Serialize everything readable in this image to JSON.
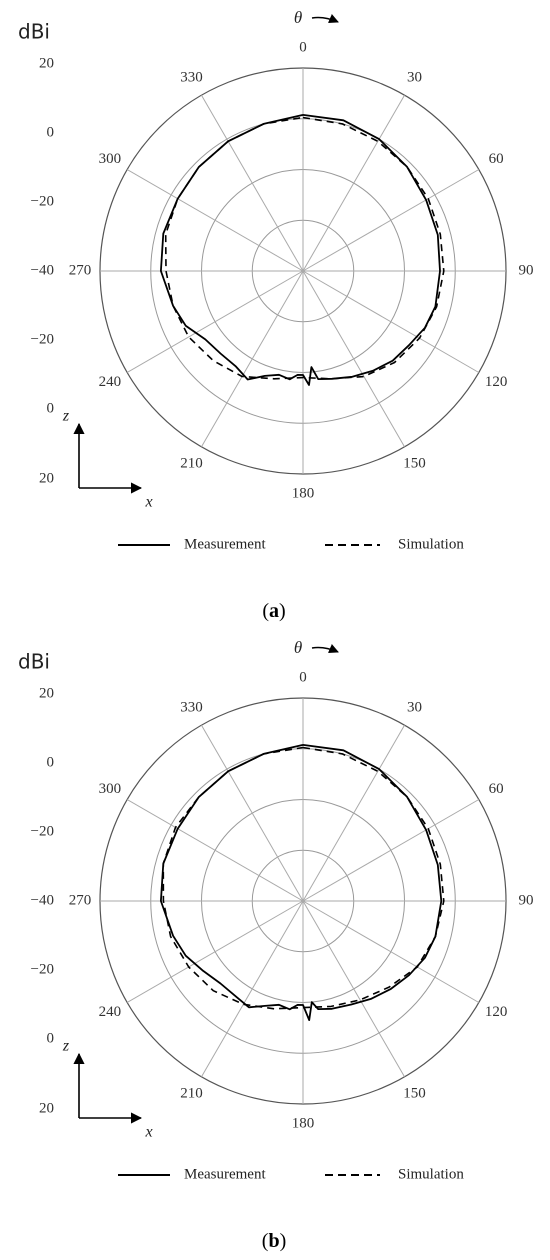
{
  "common": {
    "unit_label": "dBi",
    "theta_label": "θ",
    "z_label": "z",
    "x_label": "x",
    "radial_ticks": [
      "20",
      "0",
      "−20",
      "−40",
      "−20",
      "0",
      "20"
    ],
    "angle_labels": [
      "0",
      "30",
      "60",
      "90",
      "120",
      "150",
      "180",
      "210",
      "240",
      "270",
      "300",
      "330"
    ],
    "legend": {
      "measurement": "Measurement",
      "simulation": "Simulation"
    }
  },
  "panels": [
    {
      "caption_open": "(",
      "caption_letter": "a",
      "caption_close": ")"
    },
    {
      "caption_open": "(",
      "caption_letter": "b",
      "caption_close": ")"
    }
  ],
  "chart_data": [
    {
      "type": "line",
      "coordinate_system": "polar",
      "rlim": [
        -60,
        20
      ],
      "r_ticks": [
        -40,
        -20,
        0,
        20
      ],
      "theta_direction": "clockwise",
      "theta_zero": "top",
      "ylabel": "dBi",
      "grid": true,
      "legend_placement": "bottom",
      "series": [
        {
          "name": "Measurement",
          "style": "solid",
          "theta": [
            0,
            15,
            30,
            45,
            60,
            75,
            90,
            105,
            115,
            125,
            135,
            145,
            155,
            165,
            172,
            175,
            177,
            180,
            183,
            187,
            193,
            200,
            207,
            215,
            225,
            235,
            245,
            255,
            270,
            285,
            300,
            315,
            330,
            345,
            360
          ],
          "r": [
            1.5,
            1.5,
            0,
            -2,
            -4,
            -5,
            -6,
            -6,
            -7,
            -9,
            -10,
            -12,
            -14,
            -16,
            -17,
            -22,
            -15,
            -19,
            -19,
            -17,
            -18,
            -16,
            -12,
            -14,
            -14,
            -13,
            -9,
            -7,
            -4,
            -3,
            -3,
            -2,
            -1,
            0,
            1.5
          ]
        },
        {
          "name": "Simulation",
          "style": "dashed",
          "theta": [
            0,
            15,
            30,
            45,
            60,
            75,
            90,
            105,
            120,
            135,
            150,
            165,
            180,
            195,
            210,
            225,
            240,
            255,
            270,
            285,
            300,
            315,
            330,
            345,
            360
          ],
          "r": [
            0.5,
            0,
            -1,
            -2,
            -3,
            -4,
            -4.5,
            -5.5,
            -7,
            -9,
            -12,
            -16,
            -18,
            -16,
            -12,
            -10,
            -8,
            -7,
            -6,
            -4,
            -3,
            -2,
            -1,
            0,
            0.5
          ]
        }
      ]
    },
    {
      "type": "line",
      "coordinate_system": "polar",
      "rlim": [
        -60,
        20
      ],
      "r_ticks": [
        -40,
        -20,
        0,
        20
      ],
      "theta_direction": "clockwise",
      "theta_zero": "top",
      "ylabel": "dBi",
      "grid": true,
      "legend_placement": "bottom",
      "series": [
        {
          "name": "Measurement",
          "style": "solid",
          "theta": [
            0,
            15,
            30,
            45,
            60,
            75,
            90,
            105,
            115,
            125,
            135,
            145,
            155,
            165,
            172,
            175,
            177,
            180,
            183,
            187,
            193,
            200,
            207,
            215,
            225,
            235,
            245,
            255,
            270,
            285,
            300,
            315,
            330,
            345,
            360
          ],
          "r": [
            1.5,
            1.5,
            0,
            -2,
            -4,
            -5,
            -5.5,
            -6,
            -7,
            -9,
            -11,
            -13,
            -15,
            -16,
            -17,
            -20,
            -13,
            -19,
            -19,
            -17,
            -18,
            -16,
            -13,
            -14,
            -14,
            -12,
            -9,
            -7,
            -4,
            -3,
            -3,
            -2,
            -1,
            0,
            1.5
          ]
        },
        {
          "name": "Simulation",
          "style": "dashed",
          "theta": [
            0,
            15,
            30,
            45,
            60,
            75,
            90,
            105,
            120,
            135,
            150,
            165,
            180,
            195,
            210,
            225,
            240,
            255,
            270,
            285,
            300,
            315,
            330,
            345,
            360
          ],
          "r": [
            0.5,
            0,
            -1,
            -2,
            -3,
            -4,
            -4.5,
            -6,
            -8,
            -12,
            -15,
            -17,
            -18,
            -16,
            -13,
            -10,
            -8,
            -6,
            -5,
            -3,
            -2,
            -2,
            -1,
            0,
            0.5
          ]
        }
      ]
    }
  ]
}
